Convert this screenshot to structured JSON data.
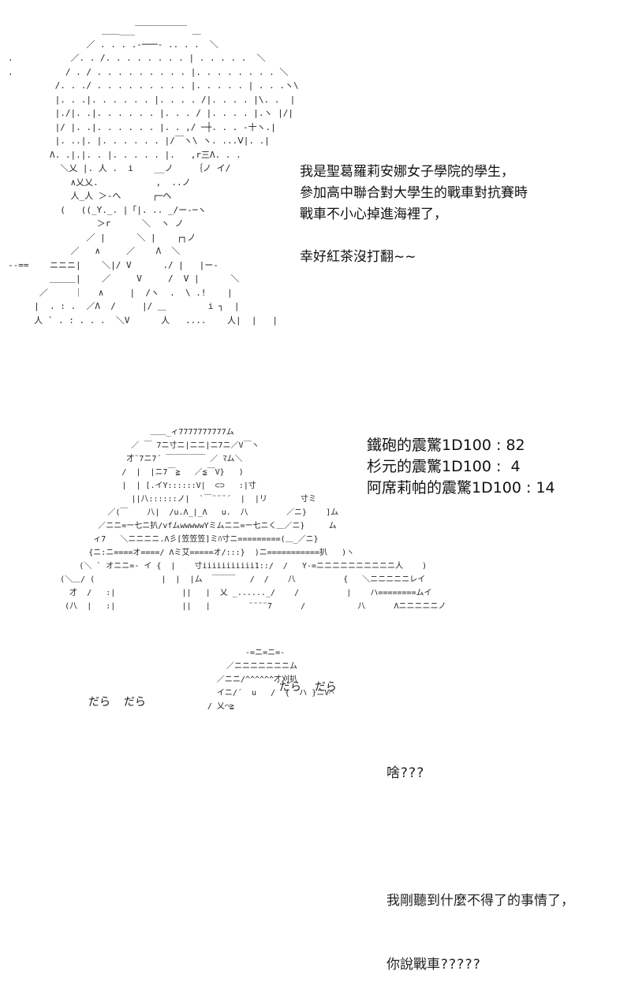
{
  "panel1": {
    "dialogue": [
      "我是聖葛羅莉安娜女子學院的學生，",
      "參加高中聯合對大學生的戰車對抗賽時",
      "戰車不小心掉進海裡了，",
      "",
      "幸好紅茶沒打翻~~"
    ]
  },
  "panel2": {
    "rolls": [
      "鐵砲的震驚1D100 : 82",
      "杉元的震驚1D100 :  4",
      "阿席莉帕的震驚1D100 : 14"
    ]
  },
  "panel3": {
    "sfx_left": "だら  だら",
    "sfx_right": "だら  だら",
    "dialogue": [
      "啥???",
      "",
      "我剛聽到什麼不得了的事情了，",
      "你說戰車?????"
    ]
  }
}
